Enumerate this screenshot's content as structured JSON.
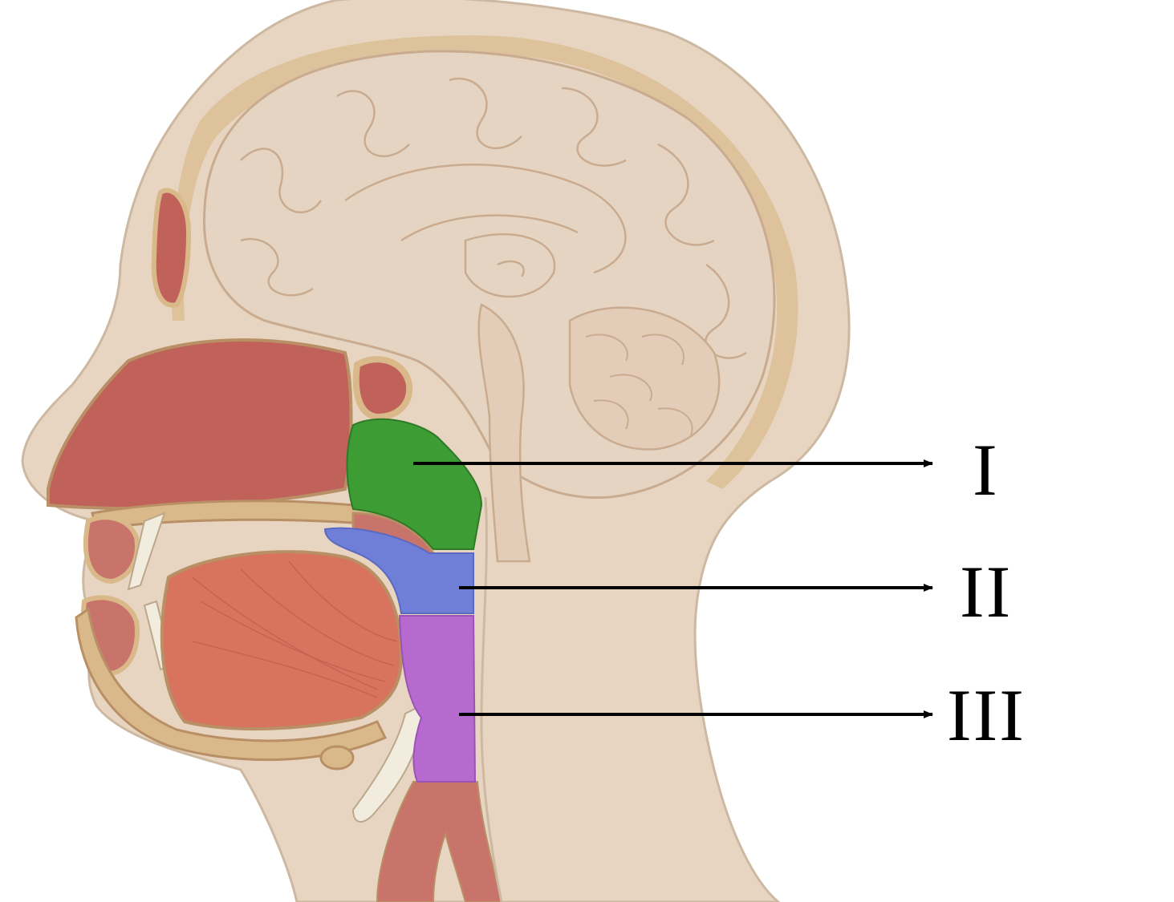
{
  "labels": {
    "l1": "I",
    "l2": "II",
    "l3": "III"
  },
  "colors": {
    "skin": "#e7d5c1",
    "brain": "#e6d4c2",
    "brain_lines": "#c9ab90",
    "bone": "#d9b98a",
    "nasal_cavity": "#c0615a",
    "tongue": "#d8735f",
    "nasopharynx": "#3e9c34",
    "oropharynx": "#6f7fd8",
    "laryngopharynx": "#b66ad0",
    "arrow": "#000000"
  }
}
